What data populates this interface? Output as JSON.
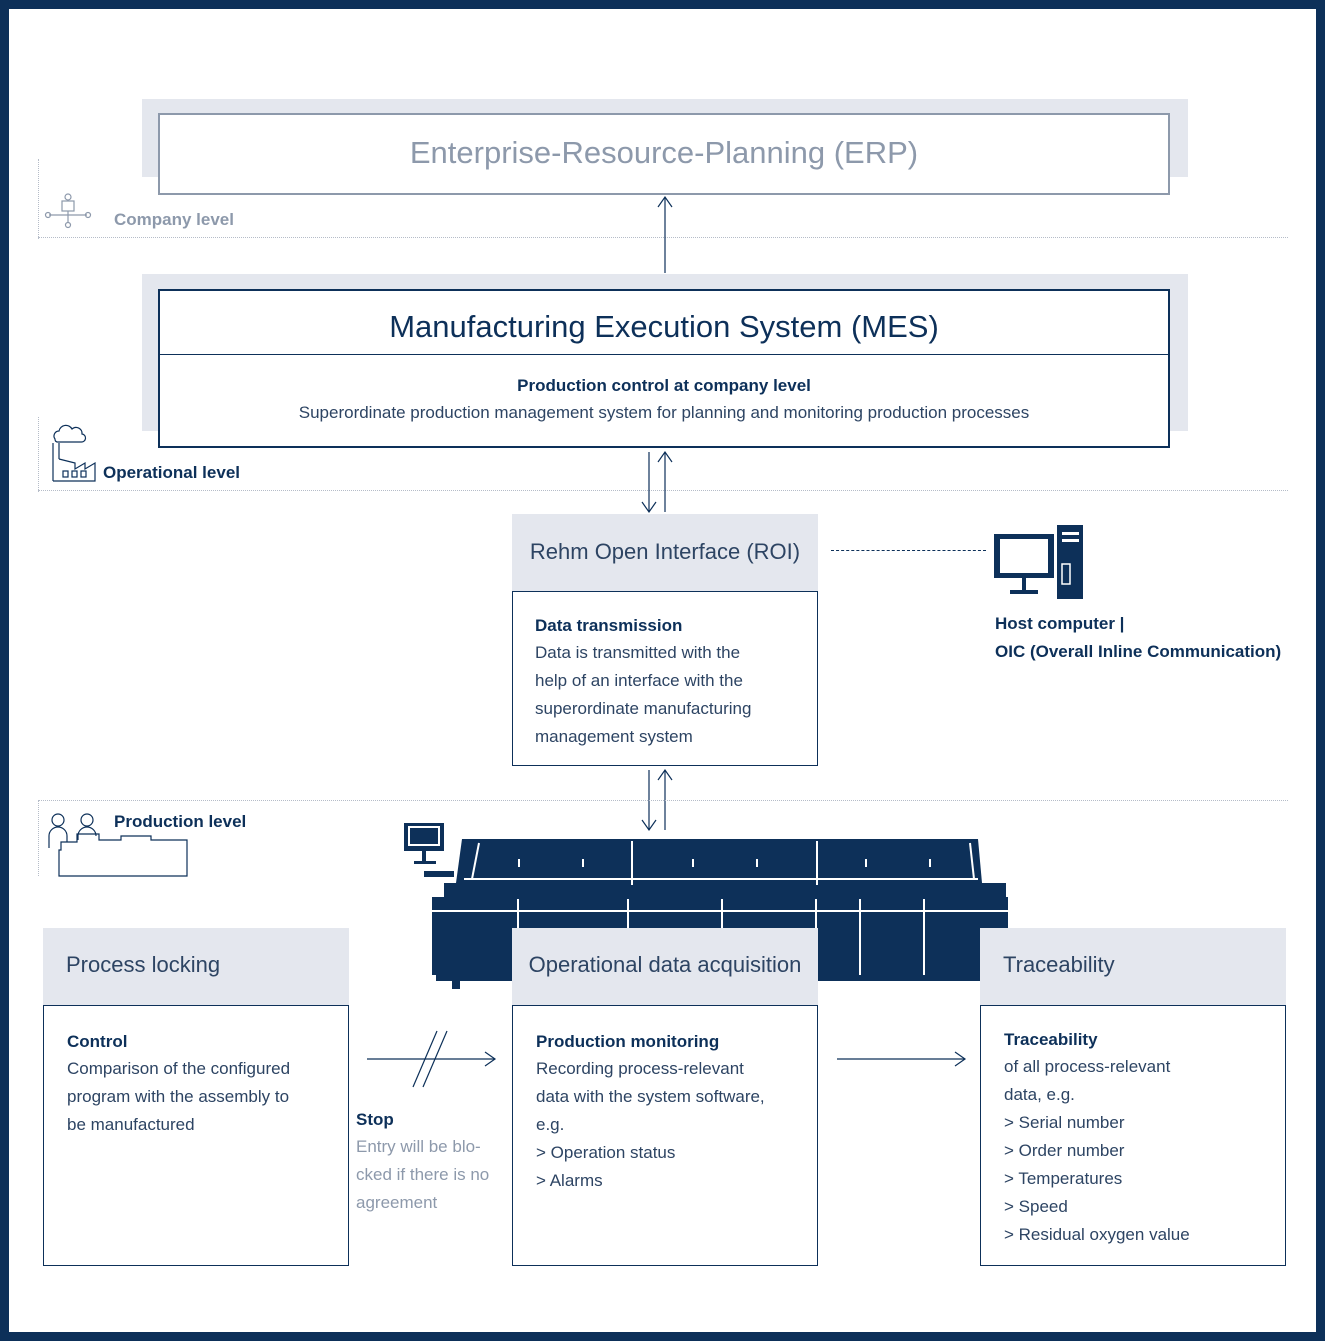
{
  "erp": {
    "title": "Enterprise-Resource-Planning (ERP)"
  },
  "levels": {
    "company": "Company level",
    "operational": "Operational level",
    "production": "Production level"
  },
  "mes": {
    "title": "Manufacturing Execution System (MES)",
    "subtitle": "Production control at company level",
    "description": "Superordinate production management system for planning and monitoring production processes"
  },
  "roi": {
    "title": "Rehm Open Interface (ROI)",
    "heading": "Data transmission",
    "lines": [
      "Data is transmitted with the",
      "help of an interface with the",
      "superordinate manufacturing",
      "management system"
    ]
  },
  "host": {
    "line1": "Host computer |",
    "line2": "OIC (Overall Inline Communication)"
  },
  "process_locking": {
    "title": "Process locking",
    "heading": "Control",
    "lines": [
      "Comparison of the configured",
      "program with the assembly to",
      "be manufactured"
    ]
  },
  "stop": {
    "heading": "Stop",
    "lines": [
      "Entry will be blo-",
      "cked if there is no",
      "agreement"
    ]
  },
  "oda": {
    "title": "Operational data acquisition",
    "heading": "Production monitoring",
    "lines": [
      "Recording process-relevant",
      "data with the system software,",
      "e.g.",
      "> Operation status",
      "> Alarms"
    ]
  },
  "traceability": {
    "title": "Traceability",
    "heading": "Traceability",
    "lines": [
      "of all process-relevant",
      "data, e.g.",
      "> Serial number",
      "> Order number",
      "> Temperatures",
      "> Speed",
      "> Residual oxygen value"
    ]
  },
  "colors": {
    "navy": "#0d3059",
    "band": "#e4e7ee",
    "grey_text": "#8d99ab",
    "body_text": "#2d4463"
  },
  "icons": [
    "network-icon",
    "factory-icon",
    "workers-icon",
    "desktop-computer-icon",
    "reflow-oven-machine"
  ]
}
